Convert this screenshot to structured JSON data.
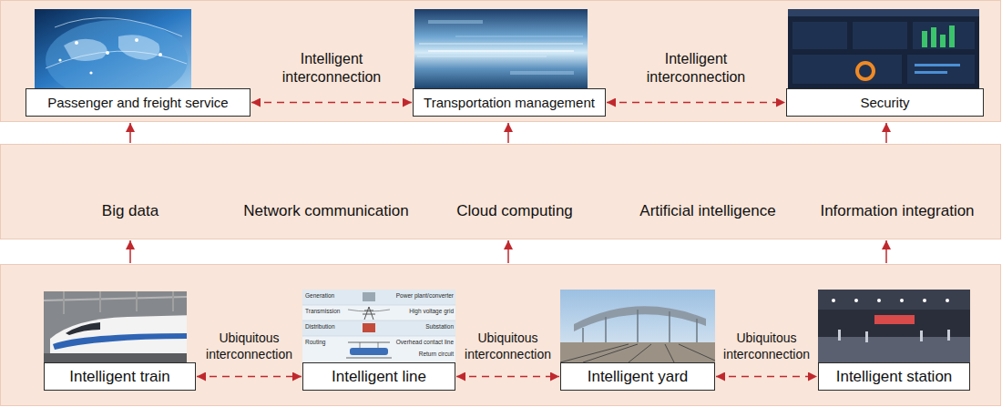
{
  "diagram": {
    "nodes": [
      {
        "text": []
      },
      {
        "text": [
          "Passenger and freight service"
        ],
        "in": 0
      },
      {
        "text": [
          "Transportation management"
        ],
        "in": 0
      },
      {
        "text": [
          "Security"
        ],
        "in": 0
      },
      {
        "text": [
          "Big data",
          "Network communication",
          "Cloud computing",
          "Artificial intelligence",
          "Information integration"
        ]
      },
      {
        "text": []
      },
      {
        "text": [
          "Intelligent train"
        ],
        "in": 5
      },
      {
        "text": [
          "Intelligent line"
        ],
        "in": 5
      },
      {
        "text": [
          "Intelligent yard"
        ],
        "in": 5
      },
      {
        "text": [
          "Intelligent station"
        ],
        "in": 5
      }
    ],
    "edges": [
      {
        "from": 1,
        "to": 2,
        "label": "Intelligent interconnection",
        "arrow": "both"
      },
      {
        "from": 2,
        "to": 3,
        "label": "Intelligent interconnection",
        "arrow": "both"
      },
      {
        "from": 4,
        "to": 0,
        "arrow": "to"
      },
      {
        "from": 4,
        "to": 0,
        "arrow": "to"
      },
      {
        "from": 4,
        "to": 0,
        "arrow": "to"
      },
      {
        "from": 5,
        "to": 4,
        "arrow": "to"
      },
      {
        "from": 5,
        "to": 4,
        "arrow": "to"
      },
      {
        "from": 5,
        "to": 4,
        "arrow": "to"
      },
      {
        "from": 6,
        "to": 7,
        "label": "Ubiquitous interconnection",
        "arrow": "both"
      },
      {
        "from": 7,
        "to": 8,
        "label": "Ubiquitous interconnection",
        "arrow": "both"
      },
      {
        "from": 8,
        "to": 9,
        "label": "Ubiquitous interconnection",
        "arrow": "both"
      }
    ],
    "labels": [
      "Generation",
      "Power plant/converter",
      "Transmission",
      "High voltage grid",
      "Distribution",
      "Substation",
      "Routing",
      "Overhead contact line",
      "Return circuit"
    ]
  }
}
